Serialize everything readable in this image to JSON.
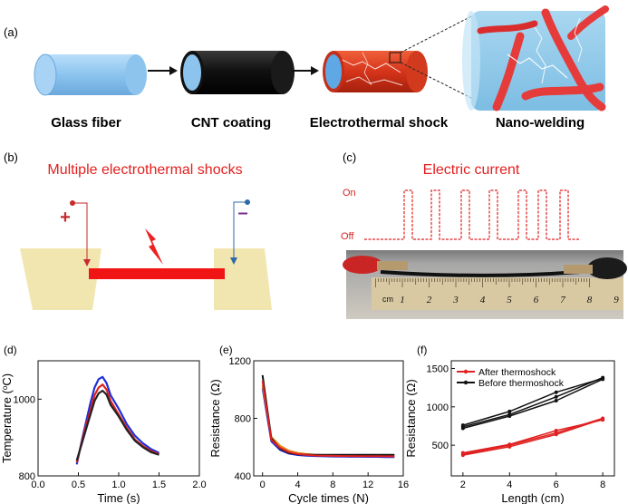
{
  "panel_a": {
    "label": "(a)",
    "steps": [
      "Glass fiber",
      "CNT coating",
      "Electrothermal shock",
      "Nano-welding"
    ]
  },
  "panel_b": {
    "label": "(b)",
    "title": "Multiple electrothermal shocks",
    "plus": "+",
    "minus": "–"
  },
  "panel_c": {
    "label": "(c)",
    "title": "Electric current",
    "on_label": "On",
    "off_label": "Off",
    "ruler_unit": "cm",
    "ruler_numbers": [
      "1",
      "2",
      "3",
      "4",
      "5",
      "6",
      "7",
      "8",
      "9"
    ]
  },
  "colors": {
    "accent_red": "#e41e1e",
    "fiber_blue": "#8cc4ee",
    "cnt_black": "#111111",
    "electrode_tan": "#f2e6b0"
  },
  "chart_data": [
    {
      "type": "line",
      "panel_label": "(d)",
      "xlabel": "Time (s)",
      "ylabel": "Temperature (°C)",
      "ylabel_parts": [
        "Temperature (",
        "o",
        "C)"
      ],
      "xlim": [
        0.0,
        2.0
      ],
      "ylim": [
        800,
        1100
      ],
      "xticks": [
        "0.0",
        "0.5",
        "1.0",
        "1.5",
        "2.0"
      ],
      "yticks": [
        "800",
        "1000"
      ],
      "x": [
        0.48,
        0.55,
        0.6,
        0.65,
        0.7,
        0.75,
        0.8,
        0.85,
        0.9,
        1.0,
        1.1,
        1.2,
        1.3,
        1.4,
        1.5
      ],
      "series": [
        {
          "color": "#1f2fd6",
          "values": [
            830,
            900,
            945,
            990,
            1030,
            1052,
            1058,
            1042,
            1010,
            975,
            935,
            905,
            885,
            870,
            860
          ]
        },
        {
          "color": "#e02020",
          "values": [
            835,
            895,
            935,
            970,
            1010,
            1030,
            1038,
            1025,
            995,
            960,
            925,
            895,
            878,
            865,
            857
          ]
        },
        {
          "color": "#222222",
          "values": [
            840,
            890,
            925,
            960,
            995,
            1015,
            1022,
            1012,
            985,
            955,
            920,
            892,
            875,
            862,
            855
          ]
        }
      ]
    },
    {
      "type": "line",
      "panel_label": "(e)",
      "xlabel": "Cycle times (N)",
      "ylabel": "Resistance (Ω)",
      "xlim": [
        -1,
        16
      ],
      "ylim": [
        400,
        1200
      ],
      "xticks": [
        "0",
        "4",
        "8",
        "12",
        "16"
      ],
      "yticks": [
        "400",
        "800",
        "1200"
      ],
      "x": [
        0,
        1,
        2,
        3,
        4,
        5,
        6,
        7,
        8,
        9,
        10,
        11,
        12,
        13,
        14,
        15
      ],
      "series": [
        {
          "color": "#1f2fd6",
          "values": [
            1010,
            640,
            580,
            555,
            545,
            540,
            538,
            536,
            535,
            534,
            533,
            533,
            532,
            532,
            531,
            531
          ]
        },
        {
          "color": "#e08a1a",
          "values": [
            1030,
            670,
            610,
            575,
            560,
            552,
            547,
            545,
            543,
            542,
            541,
            540,
            540,
            539,
            539,
            538
          ]
        },
        {
          "color": "#111111",
          "values": [
            1100,
            660,
            590,
            560,
            550,
            548,
            547,
            547,
            546,
            546,
            546,
            546,
            546,
            546,
            546,
            546
          ]
        },
        {
          "color": "#e02020",
          "values": [
            1060,
            650,
            595,
            565,
            552,
            546,
            542,
            540,
            539,
            538,
            538,
            537,
            537,
            537,
            536,
            536
          ]
        }
      ]
    },
    {
      "type": "line",
      "panel_label": "(f)",
      "xlabel": "Length (cm)",
      "ylabel": "Resistance (Ω)",
      "xlim": [
        1.5,
        8.5
      ],
      "ylim": [
        100,
        1600
      ],
      "xticks": [
        "2",
        "4",
        "6",
        "8"
      ],
      "yticks": [
        "500",
        "1000",
        "1500"
      ],
      "legend_position": "top-left",
      "x": [
        2,
        4,
        6,
        8
      ],
      "series": [
        {
          "name": "After thermoshock",
          "color": "#e02020",
          "values_set": [
            [
              370,
              480,
              640,
              840
            ],
            [
              385,
              500,
              660,
              850
            ],
            [
              400,
              510,
              690,
              830
            ]
          ]
        },
        {
          "name": "Before thermoshock",
          "color": "#111111",
          "values_set": [
            [
              720,
              880,
              1080,
              1360
            ],
            [
              740,
              900,
              1130,
              1380
            ],
            [
              760,
              940,
              1190,
              1370
            ]
          ]
        }
      ]
    }
  ]
}
